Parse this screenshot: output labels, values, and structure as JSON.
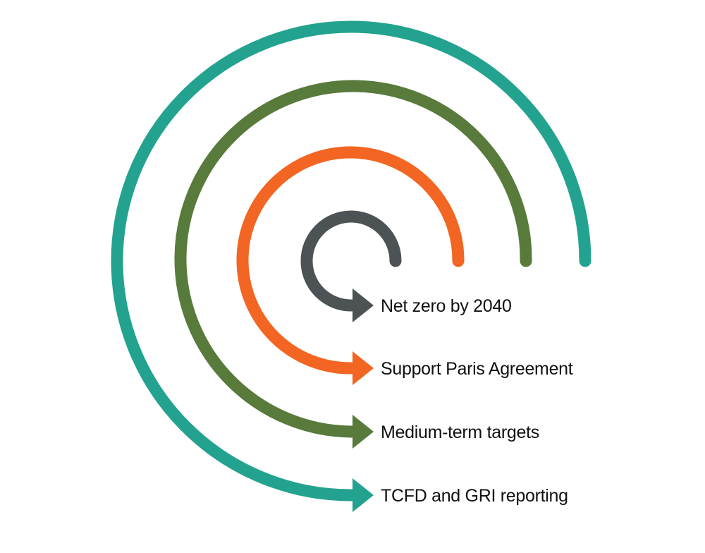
{
  "diagram": {
    "items": [
      {
        "label": "Net zero by 2040",
        "color": "#4d5255",
        "icon": "arrow-right-icon"
      },
      {
        "label": "Support Paris Agreement",
        "color": "#f26522",
        "icon": "arrow-right-icon"
      },
      {
        "label": "Medium-term targets",
        "color": "#587a3b",
        "icon": "arrow-right-icon"
      },
      {
        "label": "TCFD and GRI reporting",
        "color": "#23a38f",
        "icon": "arrow-right-icon"
      }
    ]
  }
}
